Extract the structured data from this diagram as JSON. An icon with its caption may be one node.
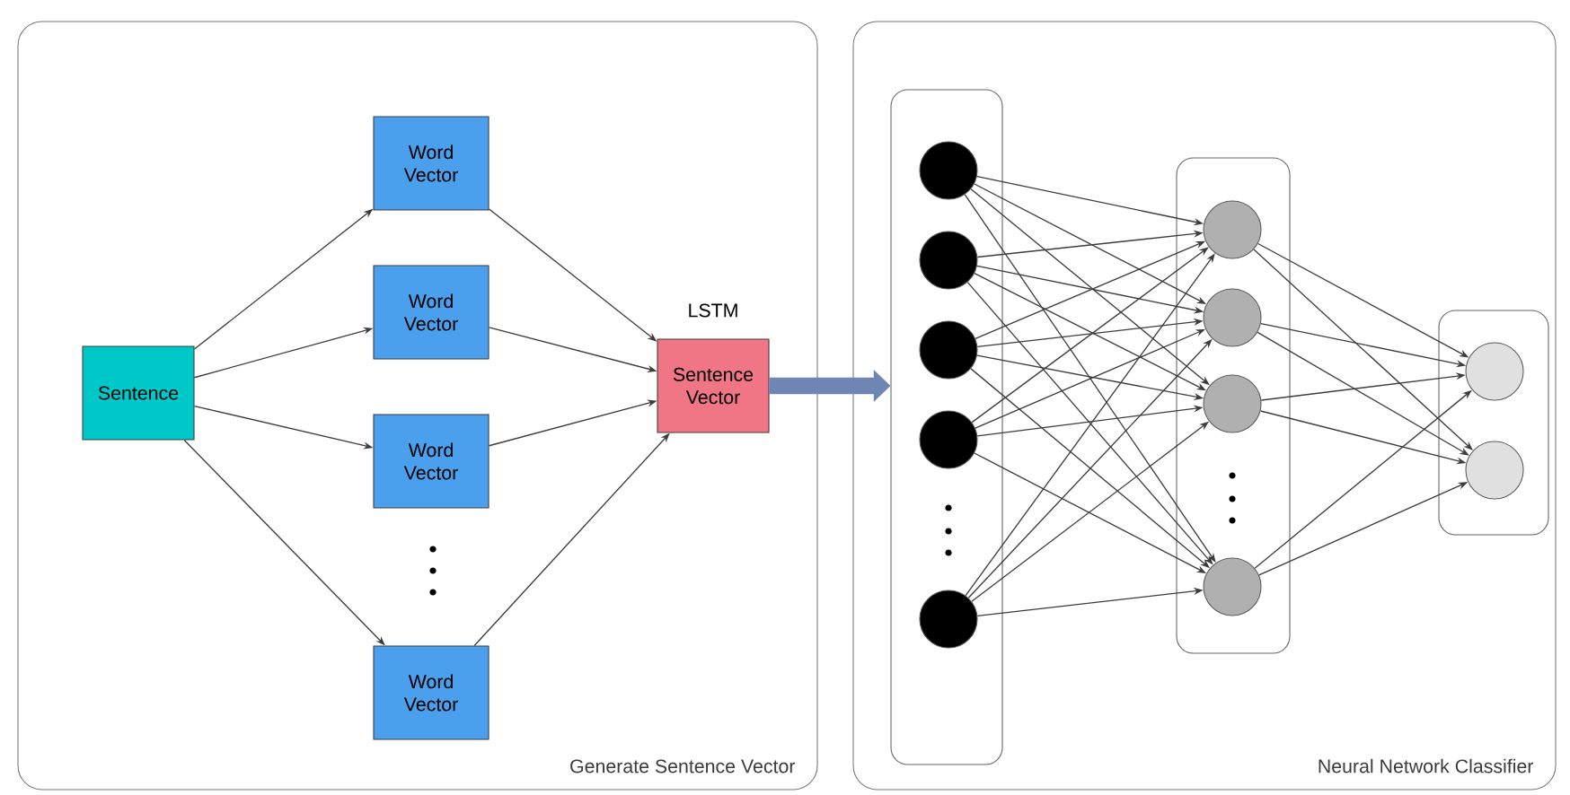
{
  "diagram": {
    "nodes": [
      {
        "text": [
          "Generate Sentence Vector"
        ]
      },
      {
        "text": [
          "Sentence"
        ],
        "in": 0
      },
      {
        "text": [
          "Word Vector"
        ],
        "in": 0
      },
      {
        "text": [
          "Word Vector"
        ],
        "in": 0
      },
      {
        "text": [
          "Word Vector"
        ],
        "in": 0
      },
      {
        "text": [
          "Word Vector"
        ],
        "in": 0
      },
      {
        "text": [
          "Sentence Vector"
        ],
        "beside": [
          "LSTM"
        ],
        "in": 0
      },
      {
        "text": [
          "Neural Network Classifier"
        ]
      },
      {
        "text": [],
        "shape": "box",
        "in": 7
      },
      {
        "text": [],
        "shape": "circle",
        "in": 8
      },
      {
        "text": [],
        "shape": "circle",
        "in": 8
      },
      {
        "text": [],
        "shape": "circle",
        "in": 8
      },
      {
        "text": [],
        "shape": "circle",
        "in": 8
      },
      {
        "text": [],
        "shape": "circle",
        "in": 8
      },
      {
        "text": [],
        "shape": "box",
        "in": 7
      },
      {
        "text": [],
        "shape": "circle",
        "in": 14
      },
      {
        "text": [],
        "shape": "circle",
        "in": 14
      },
      {
        "text": [],
        "shape": "circle",
        "in": 14
      },
      {
        "text": [],
        "shape": "circle",
        "in": 14
      },
      {
        "text": [],
        "shape": "box",
        "in": 7
      },
      {
        "text": [],
        "shape": "circle",
        "in": 19
      },
      {
        "text": [],
        "shape": "circle",
        "in": 19
      }
    ],
    "edges": [
      {
        "from": 1,
        "to": 2,
        "arrow": "to"
      },
      {
        "from": 1,
        "to": 3,
        "arrow": "to"
      },
      {
        "from": 1,
        "to": 4,
        "arrow": "to"
      },
      {
        "from": 1,
        "to": 5,
        "arrow": "to"
      },
      {
        "from": 2,
        "to": 6,
        "arrow": "to"
      },
      {
        "from": 3,
        "to": 6,
        "arrow": "to"
      },
      {
        "from": 4,
        "to": 6,
        "arrow": "to"
      },
      {
        "from": 5,
        "to": 6,
        "arrow": "to"
      },
      {
        "from": 6,
        "to": 8,
        "arrow": "to",
        "style": "thick",
        "color": "#6f86b5"
      },
      {
        "from": 9,
        "to": 15,
        "arrow": "to"
      },
      {
        "from": 9,
        "to": 16,
        "arrow": "to"
      },
      {
        "from": 9,
        "to": 17,
        "arrow": "to"
      },
      {
        "from": 9,
        "to": 18,
        "arrow": "to"
      },
      {
        "from": 10,
        "to": 15,
        "arrow": "to"
      },
      {
        "from": 10,
        "to": 16,
        "arrow": "to"
      },
      {
        "from": 10,
        "to": 17,
        "arrow": "to"
      },
      {
        "from": 10,
        "to": 18,
        "arrow": "to"
      },
      {
        "from": 11,
        "to": 15,
        "arrow": "to"
      },
      {
        "from": 11,
        "to": 16,
        "arrow": "to"
      },
      {
        "from": 11,
        "to": 17,
        "arrow": "to"
      },
      {
        "from": 11,
        "to": 18,
        "arrow": "to"
      },
      {
        "from": 12,
        "to": 15,
        "arrow": "to"
      },
      {
        "from": 12,
        "to": 16,
        "arrow": "to"
      },
      {
        "from": 12,
        "to": 17,
        "arrow": "to"
      },
      {
        "from": 12,
        "to": 18,
        "arrow": "to"
      },
      {
        "from": 13,
        "to": 15,
        "arrow": "to"
      },
      {
        "from": 13,
        "to": 16,
        "arrow": "to"
      },
      {
        "from": 13,
        "to": 17,
        "arrow": "to"
      },
      {
        "from": 13,
        "to": 18,
        "arrow": "to"
      },
      {
        "from": 15,
        "to": 20,
        "arrow": "to"
      },
      {
        "from": 15,
        "to": 21,
        "arrow": "to"
      },
      {
        "from": 16,
        "to": 20,
        "arrow": "to"
      },
      {
        "from": 16,
        "to": 21,
        "arrow": "to"
      },
      {
        "from": 17,
        "to": 20,
        "arrow": "to"
      },
      {
        "from": 17,
        "to": 21,
        "arrow": "to"
      },
      {
        "from": 18,
        "to": 20,
        "arrow": "to"
      },
      {
        "from": 18,
        "to": 21,
        "arrow": "to"
      }
    ]
  }
}
